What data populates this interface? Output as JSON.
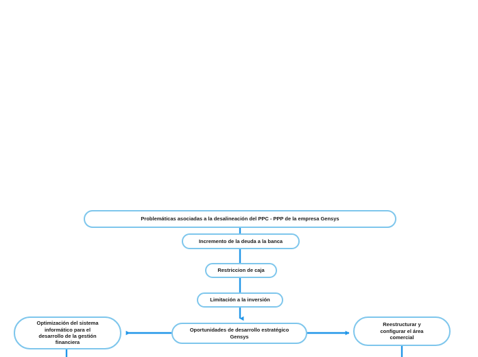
{
  "diagram": {
    "type": "flowchart",
    "orientation": "top-down-then-branch",
    "background_color": "#ffffff",
    "node_border_color": "#7ec6ec",
    "node_fill_color": "#ffffff",
    "edge_color": "#2196e8",
    "text_color": "#1a1a1a",
    "nodes": [
      {
        "id": "root",
        "label": "Problemáticas asociadas a la desalineación del PPC - PPP de la empresa Gensys"
      },
      {
        "id": "deuda",
        "label": "Incremento de la deuda a la banca"
      },
      {
        "id": "caja",
        "label": "Restriccion de caja"
      },
      {
        "id": "limitacion",
        "label": "Limitación a la inversión"
      },
      {
        "id": "oportunidades",
        "label": "Oportunidades de desarrollo estratégico\nGensys"
      },
      {
        "id": "optimizacion",
        "label": "Optimización del sistema\ninformático para el\ndesarrollo de la gestión\nfinanciera"
      },
      {
        "id": "reestructurar",
        "label": "Reestructurar y\nconfigurar el área\ncomercial"
      }
    ],
    "edges": [
      {
        "from": "root",
        "to": "deuda",
        "arrow": "none",
        "direction": "down"
      },
      {
        "from": "deuda",
        "to": "caja",
        "arrow": "none",
        "direction": "down"
      },
      {
        "from": "caja",
        "to": "limitacion",
        "arrow": "none",
        "direction": "down"
      },
      {
        "from": "limitacion",
        "to": "oportunidades",
        "arrow": "down",
        "direction": "down"
      },
      {
        "from": "oportunidades",
        "to": "optimizacion",
        "arrow": "left",
        "direction": "left"
      },
      {
        "from": "oportunidades",
        "to": "reestructurar",
        "arrow": "right",
        "direction": "right"
      },
      {
        "from": "optimizacion",
        "to": "offscreen-below-left",
        "arrow": "none",
        "direction": "down"
      },
      {
        "from": "reestructurar",
        "to": "offscreen-below-right",
        "arrow": "none",
        "direction": "down"
      }
    ]
  }
}
